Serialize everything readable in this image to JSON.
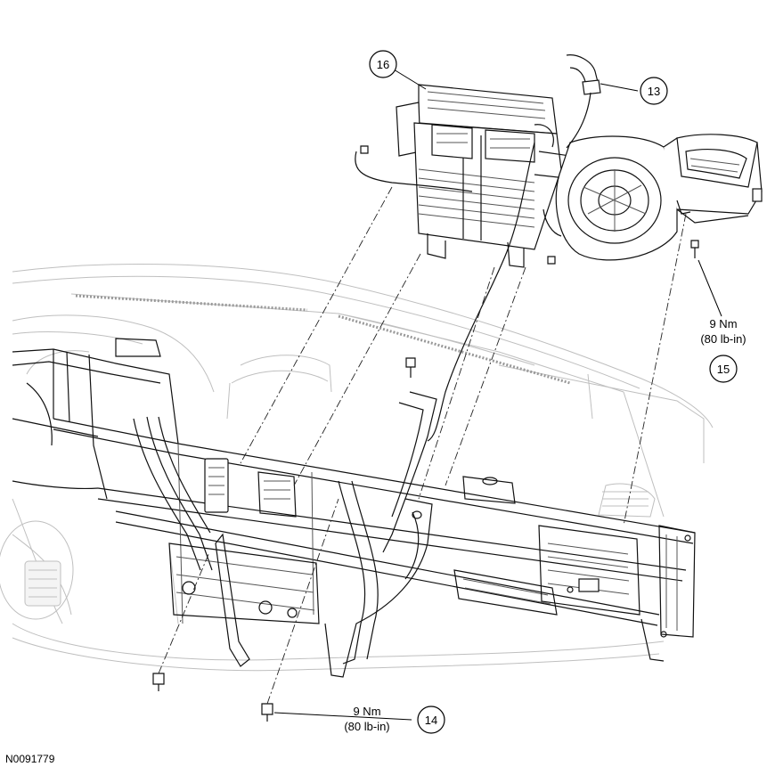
{
  "callouts": {
    "c16": "16",
    "c13": "13",
    "c15": "15",
    "c14": "14"
  },
  "torque": {
    "t15": {
      "nm": "9 Nm",
      "lbin": "(80 lb-in)"
    },
    "t14": {
      "nm": "9 Nm",
      "lbin": "(80 lb-in)"
    }
  },
  "figure_id": "N0091779"
}
